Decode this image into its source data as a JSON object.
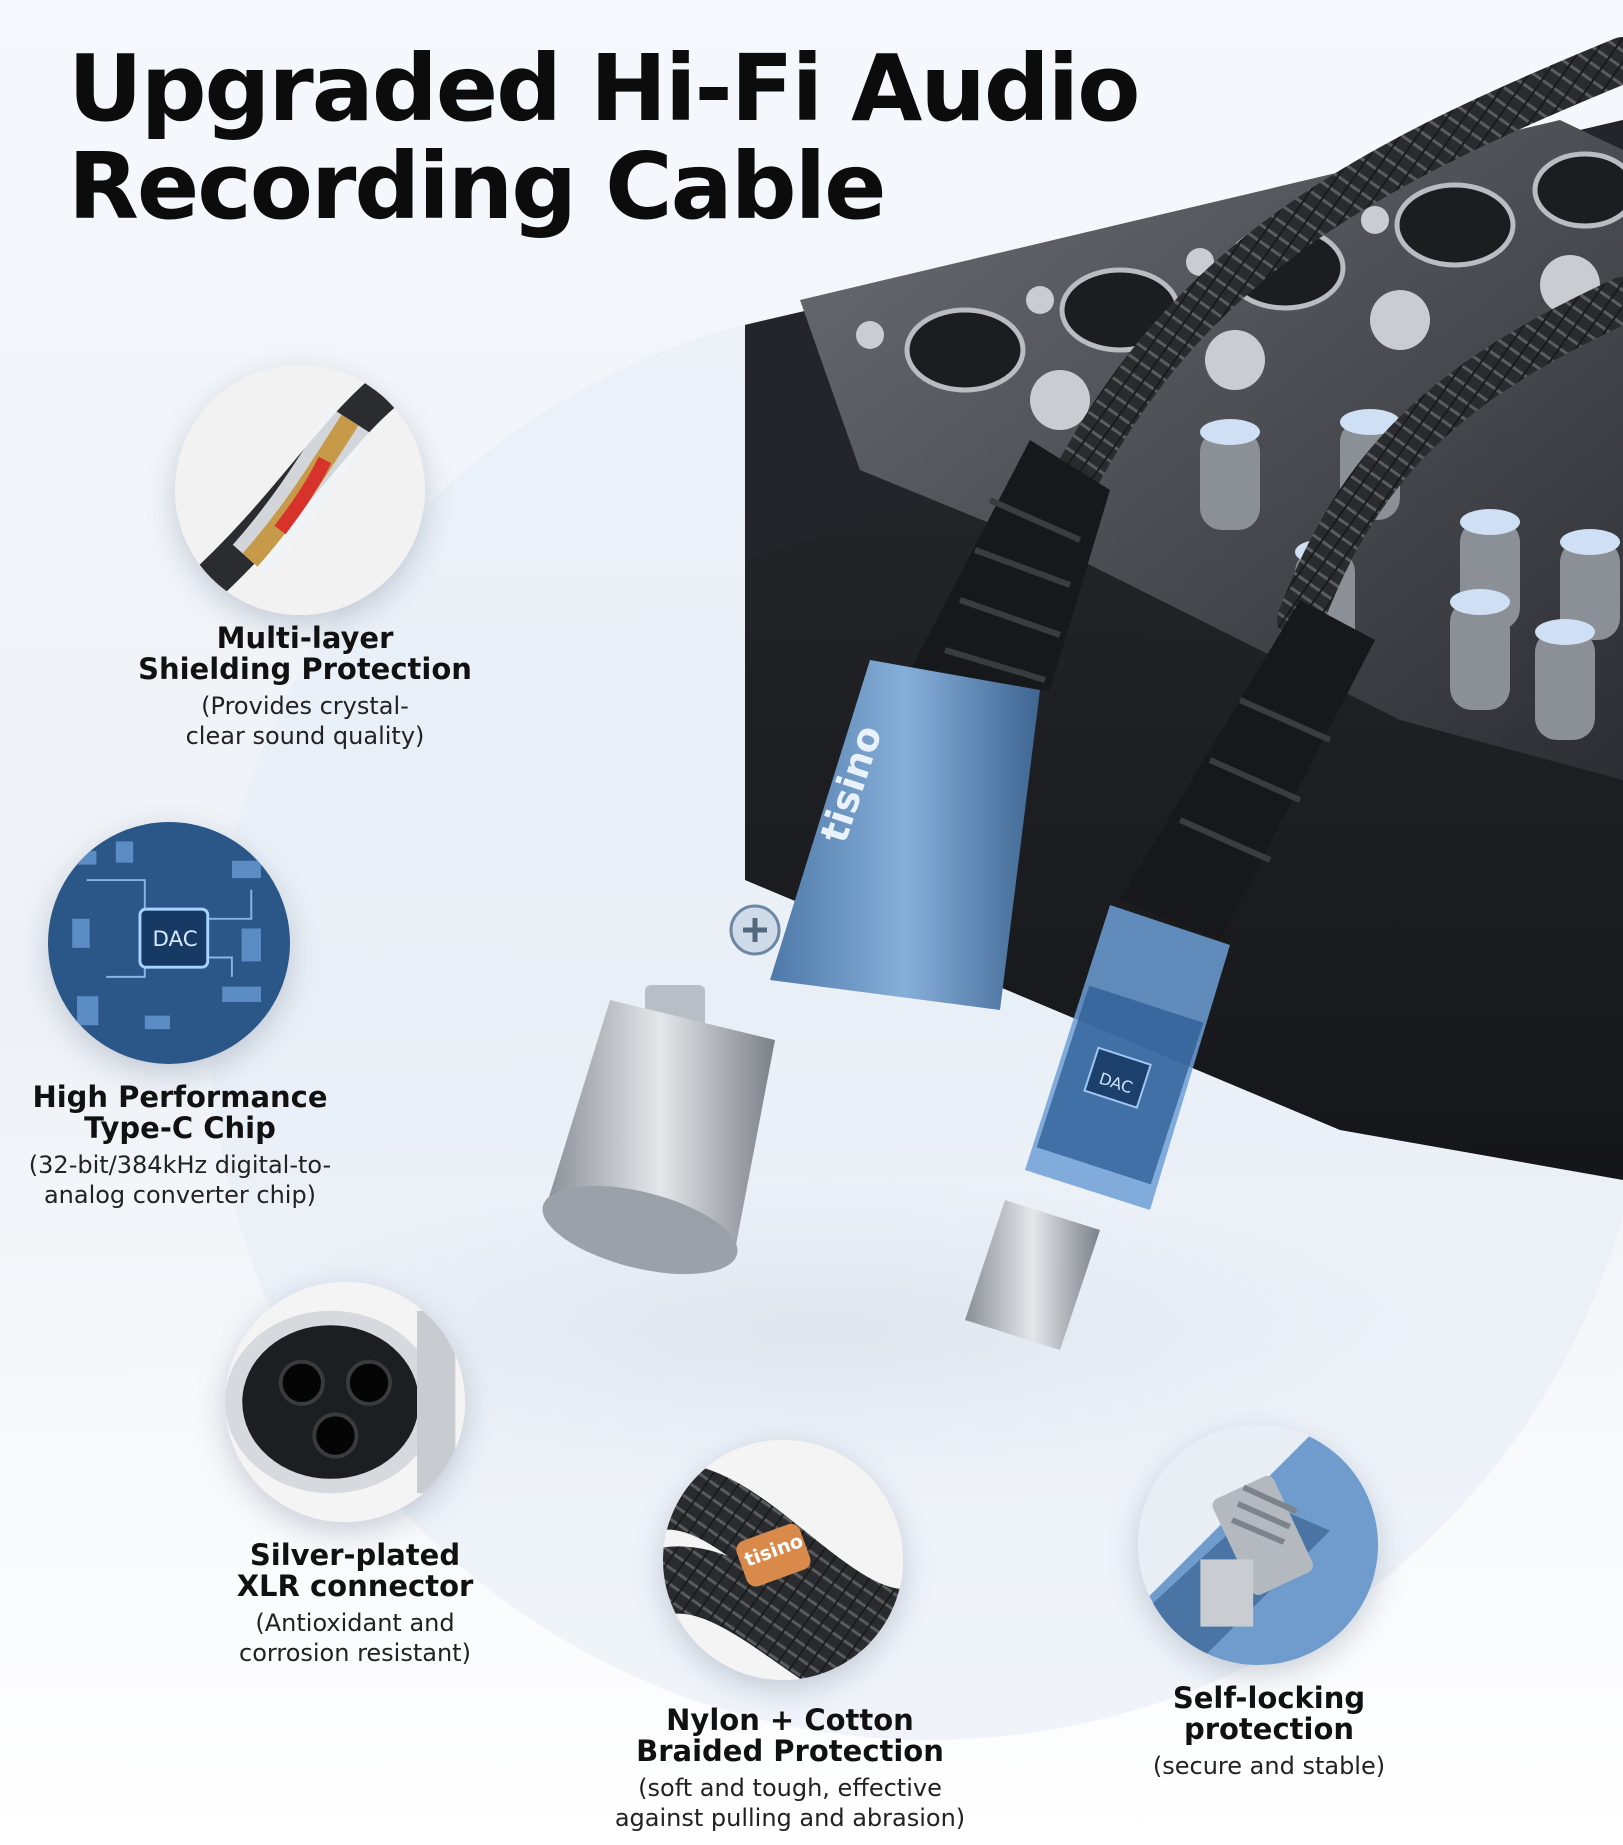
{
  "title": {
    "line1": "Upgraded Hi-Fi Audio",
    "line2": "Recording Cable"
  },
  "product": {
    "brand_mark": "tisino",
    "chip_label": "DAC"
  },
  "features": [
    {
      "title_lines": [
        "Multi-layer",
        "Shielding Protection"
      ],
      "desc_lines": [
        "(Provides crystal-",
        "clear sound quality)"
      ],
      "icon": "shielded-cable-icon"
    },
    {
      "title_lines": [
        "High Performance",
        "Type-C Chip"
      ],
      "desc_lines": [
        "(32-bit/384kHz digital-to-",
        "analog converter chip)"
      ],
      "icon": "dac-chip-icon",
      "chip_label": "DAC"
    },
    {
      "title_lines": [
        "Silver-plated",
        "XLR connector"
      ],
      "desc_lines": [
        "(Antioxidant and",
        "corrosion resistant)"
      ],
      "icon": "xlr-pins-icon"
    },
    {
      "title_lines": [
        "Nylon + Cotton",
        "Braided Protection"
      ],
      "desc_lines": [
        "(soft and tough, effective",
        "against pulling and abrasion)"
      ],
      "icon": "braided-cable-icon",
      "brand_tag": "tisino"
    },
    {
      "title_lines": [
        "Self-locking",
        "protection"
      ],
      "desc_lines": [
        "(secure and stable)"
      ],
      "icon": "lock-latch-icon"
    }
  ],
  "colors": {
    "accent_blue": "#6f9ccc",
    "dark": "#1b1d21",
    "title_text": "#0c0c0c",
    "tag_orange": "#d98a4a"
  }
}
